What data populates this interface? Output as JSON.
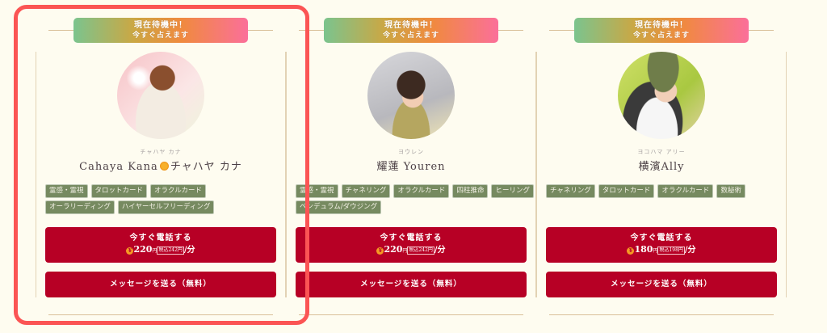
{
  "cards": [
    {
      "status_line1": "現在待機中！",
      "status_line2": "今すぐ占えます",
      "avatar": "photo-cahaya-kana",
      "kana": "チャハヤ カナ",
      "name_en": "Cahaya Kana",
      "name_icon": "sun-icon",
      "name_jp": "チャハヤ カナ",
      "tags": [
        "霊感・霊視",
        "タロットカード",
        "オラクルカード",
        "オーラリーディング",
        "ハイヤーセルフリーディング"
      ],
      "call_label": "今すぐ電話する",
      "price": "220",
      "price_unit": "円",
      "price_tax": "税込242円",
      "per_min": "/分",
      "message_label": "メッセージを送る（無料）",
      "highlighted": true
    },
    {
      "status_line1": "現在待機中！",
      "status_line2": "今すぐ占えます",
      "avatar": "photo-youren",
      "kana": "ヨウレン",
      "name_en": "",
      "name_icon": "",
      "name_jp": "耀蓮 Youren",
      "tags": [
        "霊感・霊視",
        "チャネリング",
        "オラクルカード",
        "四柱推命",
        "ヒーリング",
        "ペンデュラム/ダウジング"
      ],
      "call_label": "今すぐ電話する",
      "price": "220",
      "price_unit": "円",
      "price_tax": "税込242円",
      "per_min": "/分",
      "message_label": "メッセージを送る（無料）",
      "highlighted": false
    },
    {
      "status_line1": "現在待機中！",
      "status_line2": "今すぐ占えます",
      "avatar": "photo-yokohama-ally",
      "kana": "ヨコハマ アリー",
      "name_en": "",
      "name_icon": "",
      "name_jp": "横濱Ally",
      "tags": [
        "チャネリング",
        "タロットカード",
        "オラクルカード",
        "数秘術"
      ],
      "call_label": "今すぐ電話する",
      "price": "180",
      "price_unit": "円",
      "price_tax": "税込198円",
      "per_min": "/分",
      "message_label": "メッセージを送る（無料）",
      "highlighted": false
    }
  ],
  "colors": {
    "background": "#fefcf0",
    "button": "#b70025",
    "tag": "#768a60",
    "highlight": "#fb5454",
    "status_gradient": [
      "#7bc48e",
      "#cca743",
      "#f08a3e",
      "#fb6f9a"
    ]
  }
}
